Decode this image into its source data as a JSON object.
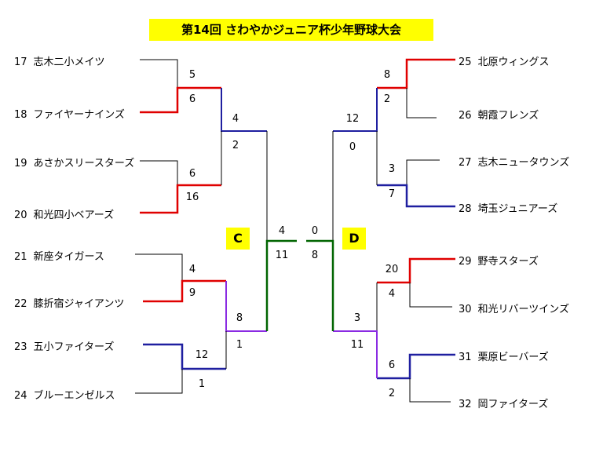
{
  "title": "第14回 さわやかジュニア杯少年野球大会",
  "blocks": {
    "left": "C",
    "right": "D"
  },
  "teams": {
    "t17": {
      "num": "17",
      "name": "志木二小メイツ"
    },
    "t18": {
      "num": "18",
      "name": "ファイヤーナインズ"
    },
    "t19": {
      "num": "19",
      "name": "あさかスリースターズ"
    },
    "t20": {
      "num": "20",
      "name": "和光四小ベアーズ"
    },
    "t21": {
      "num": "21",
      "name": "新座タイガース"
    },
    "t22": {
      "num": "22",
      "name": "膝折宿ジャイアンツ"
    },
    "t23": {
      "num": "23",
      "name": "五小ファイターズ"
    },
    "t24": {
      "num": "24",
      "name": "ブルーエンゼルス"
    },
    "t25": {
      "num": "25",
      "name": "北原ウィングス"
    },
    "t26": {
      "num": "26",
      "name": "朝霞フレンズ"
    },
    "t27": {
      "num": "27",
      "name": "志木ニュータウンズ"
    },
    "t28": {
      "num": "28",
      "name": "埼玉ジュニアーズ"
    },
    "t29": {
      "num": "29",
      "name": "野寺スターズ"
    },
    "t30": {
      "num": "30",
      "name": "和光リバーツインズ"
    },
    "t31": {
      "num": "31",
      "name": "栗原ビーバーズ"
    },
    "t32": {
      "num": "32",
      "name": "岡ファイターズ"
    }
  },
  "scores": {
    "m1718": [
      "5",
      "6"
    ],
    "m1920": [
      "6",
      "16"
    ],
    "m2122": [
      "4",
      "9"
    ],
    "m2324": [
      "12",
      "1"
    ],
    "s1": [
      "4",
      "2"
    ],
    "s2": [
      "8",
      "1"
    ],
    "fC": [
      "4",
      "11"
    ],
    "m2526": [
      "8",
      "2"
    ],
    "m2728": [
      "3",
      "7"
    ],
    "m2930": [
      "20",
      "4"
    ],
    "m3132": [
      "6",
      "2"
    ],
    "s3": [
      "12",
      "0"
    ],
    "s4": [
      "3",
      "11"
    ],
    "fD": [
      "0",
      "8"
    ]
  },
  "colors": {
    "red": "#e00000",
    "blue": "#1f1fa0",
    "purple": "#8a2be2",
    "green": "#006400",
    "line": "#000000",
    "highlight": "#ffff00"
  }
}
